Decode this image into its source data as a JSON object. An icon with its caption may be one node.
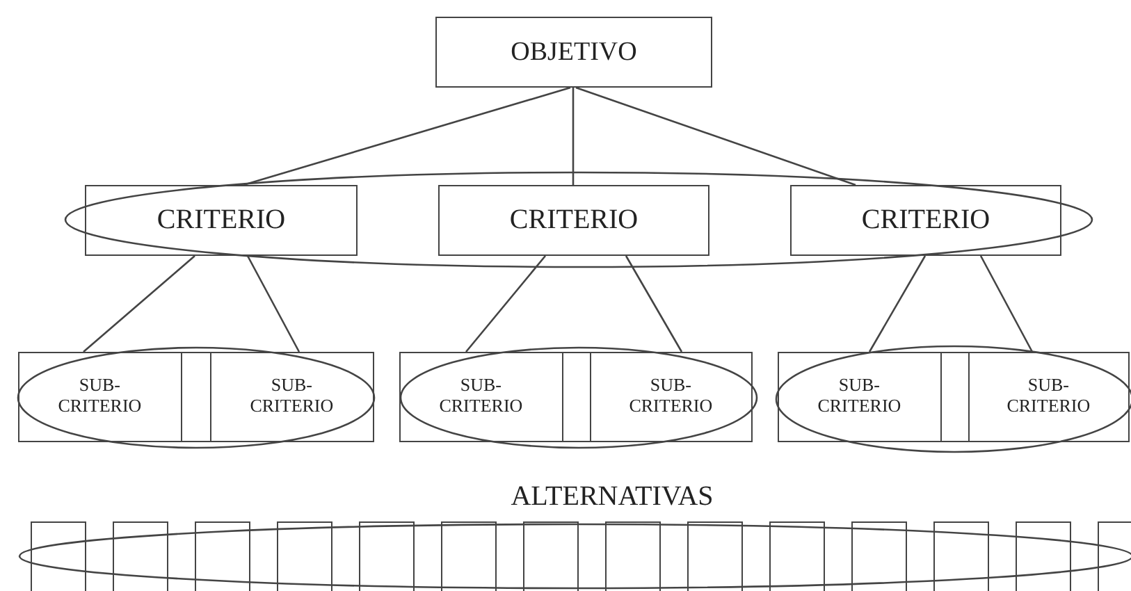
{
  "diagram": {
    "nodes": [
      {
        "text": [
          "OBJETIVO"
        ]
      },
      {
        "text": [
          "CRITERIO"
        ]
      },
      {
        "text": [
          "CRITERIO"
        ]
      },
      {
        "text": [
          "CRITERIO"
        ]
      },
      {
        "text": [],
        "shape": "box"
      },
      {
        "text": [
          "SUB- CRITERIO"
        ],
        "in": 4
      },
      {
        "text": [
          "SUB- CRITERIO"
        ],
        "in": 4
      },
      {
        "text": [],
        "shape": "box"
      },
      {
        "text": [
          "SUB- CRITERIO"
        ],
        "in": 7
      },
      {
        "text": [
          "SUB- CRITERIO"
        ],
        "in": 7
      },
      {
        "text": [],
        "shape": "box"
      },
      {
        "text": [
          "SUB- CRITERIO"
        ],
        "in": 10
      },
      {
        "text": [
          "SUB- CRITERIO"
        ],
        "in": 10
      },
      {
        "text": [],
        "shape": "box"
      },
      {
        "text": [],
        "shape": "box"
      },
      {
        "text": [],
        "shape": "box"
      },
      {
        "text": [],
        "shape": "box"
      },
      {
        "text": [],
        "shape": "box"
      },
      {
        "text": [],
        "shape": "box"
      },
      {
        "text": [],
        "shape": "box"
      },
      {
        "text": [],
        "shape": "box"
      },
      {
        "text": [],
        "shape": "box"
      },
      {
        "text": [],
        "shape": "box"
      },
      {
        "text": [],
        "shape": "box"
      },
      {
        "text": [],
        "shape": "box"
      },
      {
        "text": [],
        "shape": "box"
      },
      {
        "text": [],
        "shape": "box"
      }
    ],
    "edges": [
      {
        "from": 0,
        "to": 1,
        "arrow": "none"
      },
      {
        "from": 0,
        "to": 2,
        "arrow": "none"
      },
      {
        "from": 0,
        "to": 3,
        "arrow": "none"
      },
      {
        "from": 1,
        "to": 5,
        "arrow": "none"
      },
      {
        "from": 1,
        "to": 6,
        "arrow": "none"
      },
      {
        "from": 2,
        "to": 8,
        "arrow": "none"
      },
      {
        "from": 2,
        "to": 9,
        "arrow": "none"
      },
      {
        "from": 3,
        "to": 11,
        "arrow": "none"
      },
      {
        "from": 3,
        "to": 12,
        "arrow": "none"
      }
    ],
    "labels": [
      "ALTERNATIVAS"
    ]
  }
}
